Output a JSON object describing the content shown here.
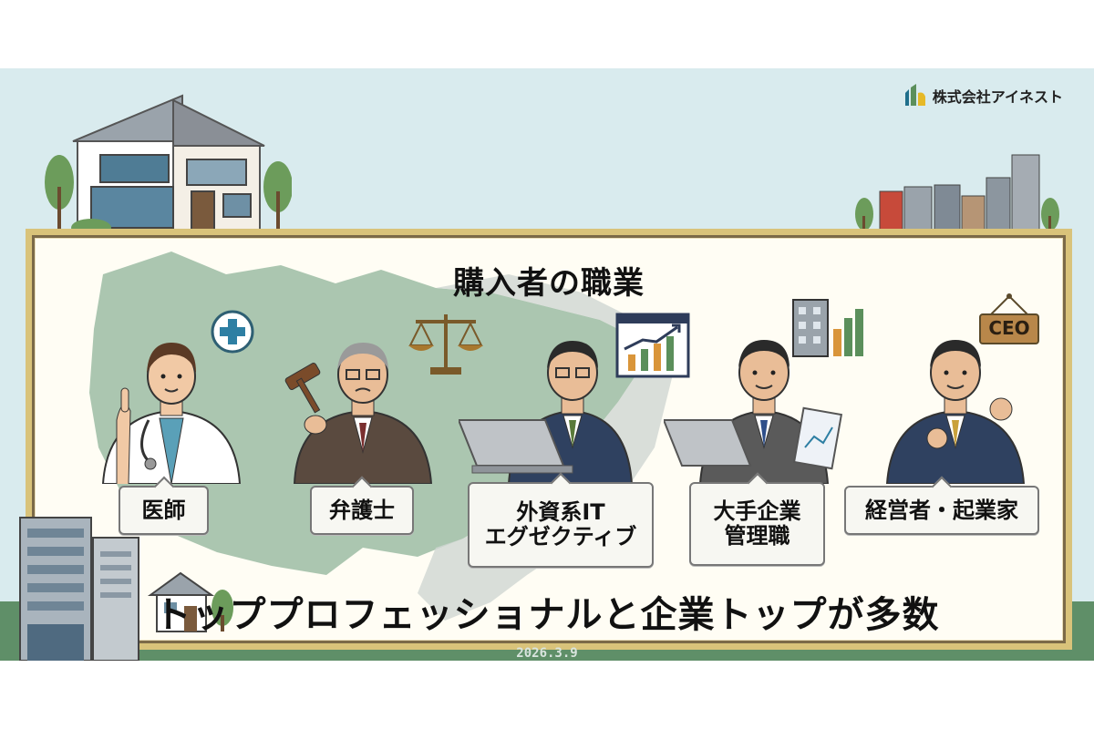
{
  "brand": {
    "name": "株式会社アイネスト",
    "logo_icon": "company-logo-icon",
    "logo_colors": [
      "#1f6f8b",
      "#e6b927",
      "#5b8f5b"
    ]
  },
  "board": {
    "title": "購入者の職業",
    "footer": "トッププロフェッショナルと企業トップが多数"
  },
  "professions": [
    {
      "lines": [
        "医師"
      ],
      "icon": "medical-cross-icon"
    },
    {
      "lines": [
        "弁護士"
      ],
      "icon": "scales-of-justice-icon"
    },
    {
      "lines": [
        "外資系IT",
        "エグゼクティブ"
      ],
      "icon": "growth-chart-icon"
    },
    {
      "lines": [
        "大手企業",
        "管理職"
      ],
      "icon": "office-building-icon"
    },
    {
      "lines": [
        "経営者・起業家"
      ],
      "icon": "ceo-sign-icon"
    }
  ],
  "badges": {
    "ceo_sign_text": "CEO"
  },
  "date": "2026.3.9",
  "colors": {
    "sky": "#d9ebee",
    "ground": "#5f8f68",
    "frame": "#d9c37a",
    "map": "#8fb39a",
    "suit_navy": "#2f4160",
    "suit_gray": "#555555"
  }
}
